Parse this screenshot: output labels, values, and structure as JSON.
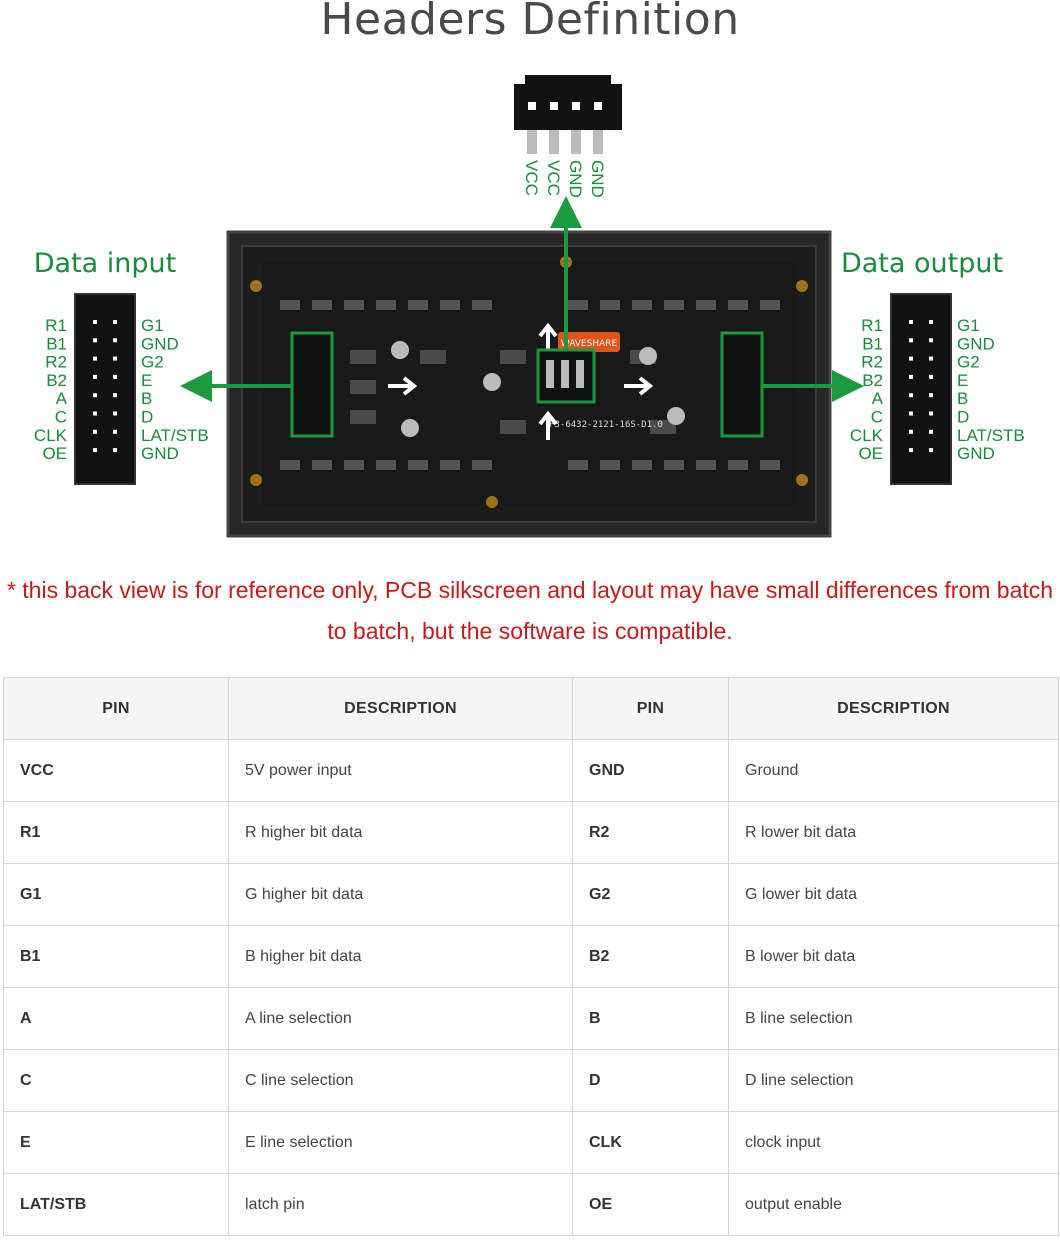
{
  "title": "Headers Definition",
  "diagram": {
    "left_label": "Data input",
    "right_label": "Data output",
    "left_pins": [
      "R1",
      "B1",
      "R2",
      "B2",
      "A",
      "C",
      "CLK",
      "OE"
    ],
    "right_pins": [
      "G1",
      "GND",
      "G2",
      "E",
      "B",
      "D",
      "LAT/STB",
      "GND"
    ],
    "power_pins": [
      "VCC",
      "VCC",
      "GND",
      "GND"
    ],
    "pcb_text": "P3-6432-2121-16S-D1.0",
    "pcb_label": "WAVESHARE",
    "colors": {
      "arrow": "#1a9a3c",
      "label": "#1a8a3c",
      "board": "#2a2a2a"
    }
  },
  "note": {
    "line1": "* this back view is for reference only, PCB silkscreen and layout may have small differences from batch",
    "line2": "to batch, but the software is compatible."
  },
  "table": {
    "headers": [
      "PIN",
      "DESCRIPTION",
      "PIN",
      "DESCRIPTION"
    ],
    "rows": [
      [
        "VCC",
        "5V power input",
        "GND",
        "Ground"
      ],
      [
        "R1",
        "R higher bit data",
        "R2",
        "R lower bit data"
      ],
      [
        "G1",
        "G higher bit data",
        "G2",
        "G lower bit data"
      ],
      [
        "B1",
        "B higher bit data",
        "B2",
        "B lower bit data"
      ],
      [
        "A",
        "A line selection",
        "B",
        "B line selection"
      ],
      [
        "C",
        "C line selection",
        "D",
        "D line selection"
      ],
      [
        "E",
        "E line selection",
        "CLK",
        "clock input"
      ],
      [
        "LAT/STB",
        "latch pin",
        "OE",
        "output enable"
      ]
    ]
  }
}
